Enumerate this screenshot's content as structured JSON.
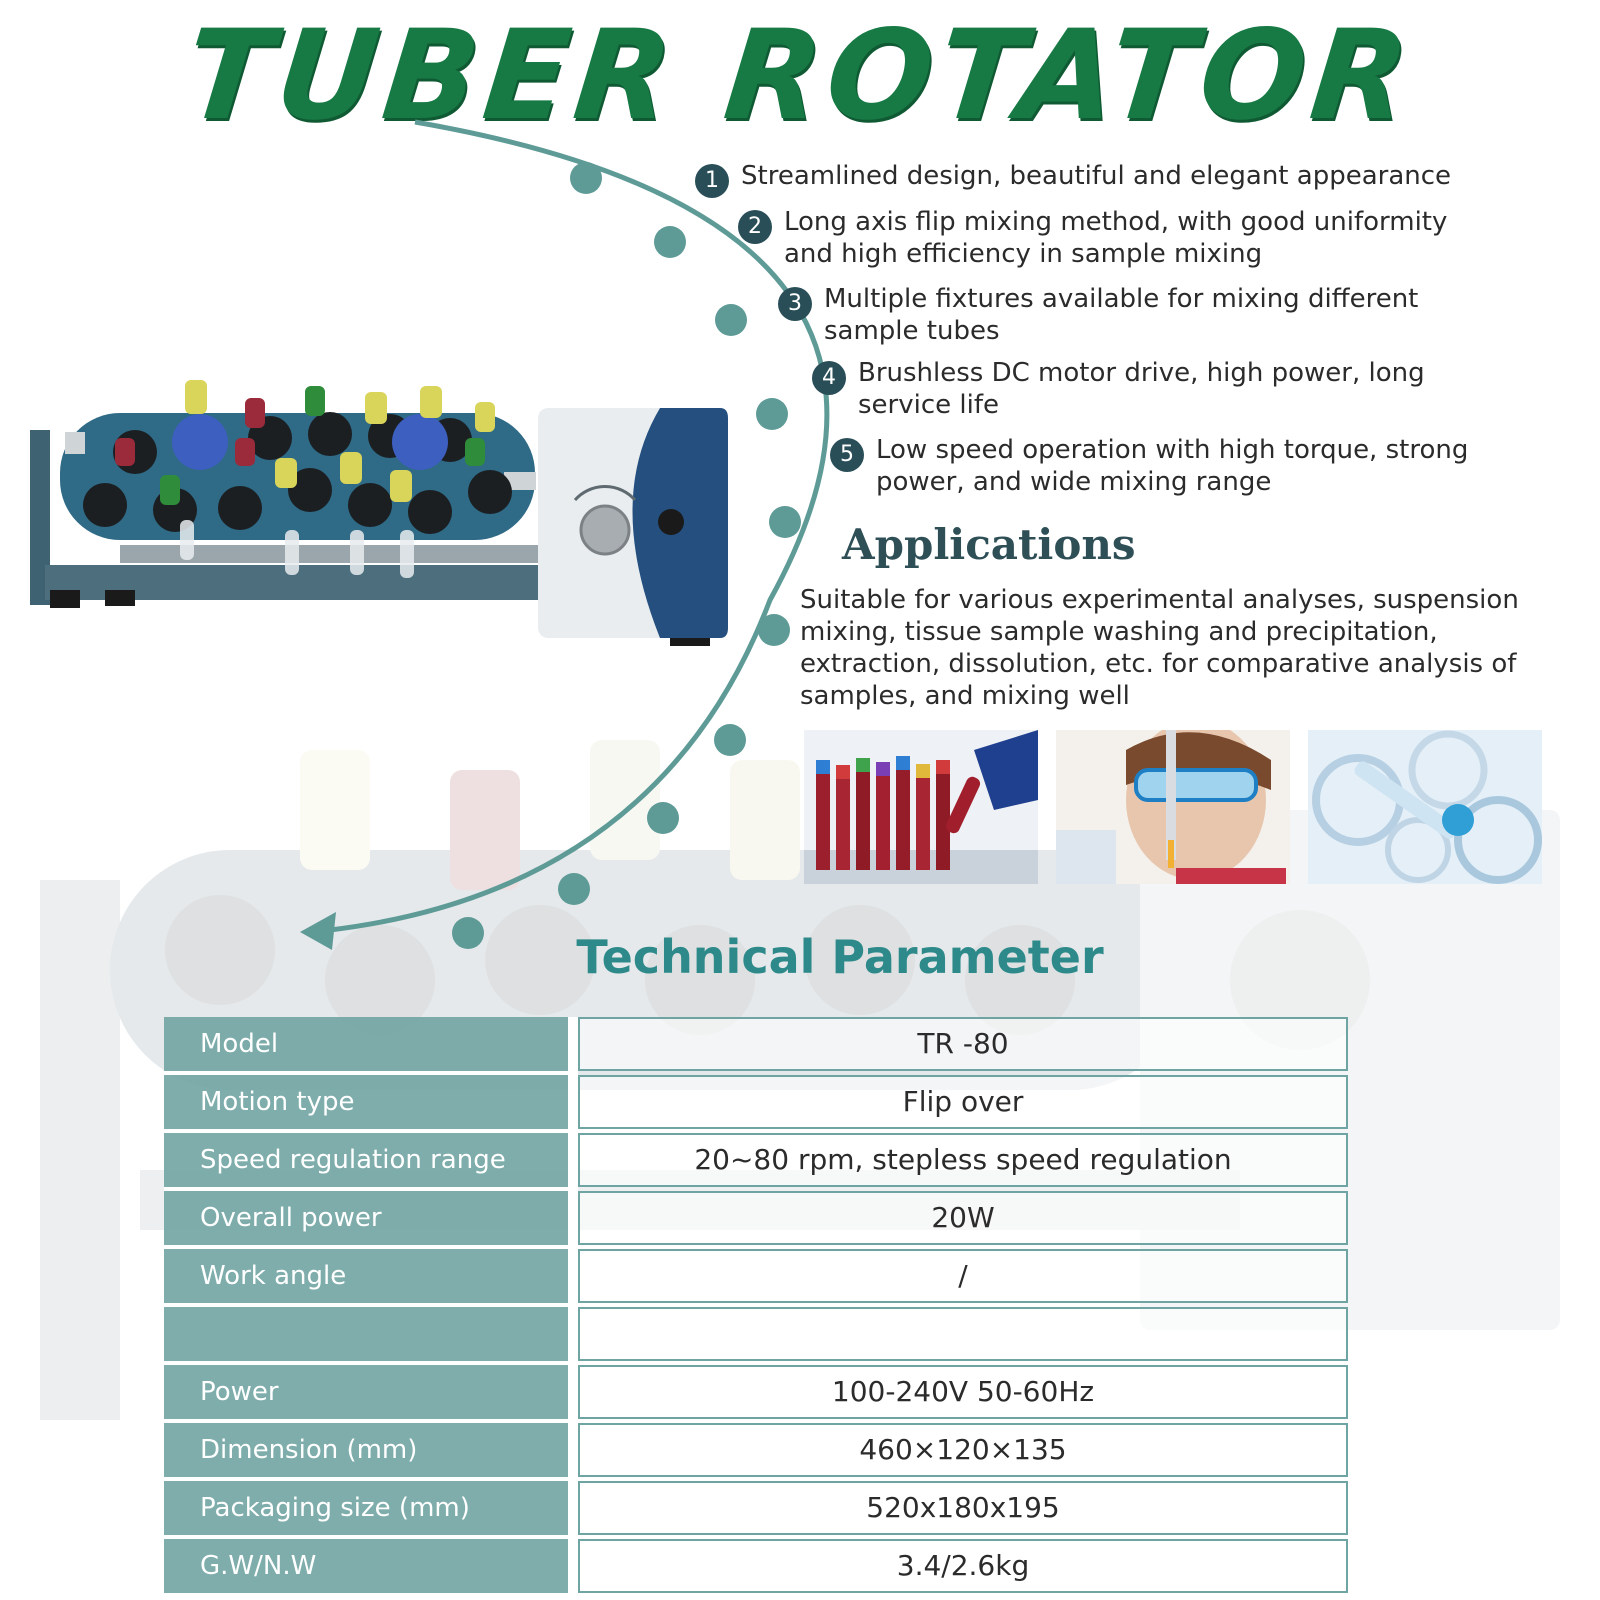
{
  "title": "TUBER ROTATOR",
  "features": [
    {
      "num": "1",
      "text": "Streamlined design, beautiful and elegant appearance"
    },
    {
      "num": "2",
      "text": "Long axis flip mixing method, with good uniformity and high efficiency in sample mixing"
    },
    {
      "num": "3",
      "text": "Multiple fixtures available for mixing different sample tubes"
    },
    {
      "num": "4",
      "text": "Brushless DC motor drive, high power, long service life"
    },
    {
      "num": "5",
      "text": "Low speed operation with high torque, strong power, and wide mixing range"
    }
  ],
  "applications": {
    "title": "Applications",
    "text": "Suitable for various experimental analyses, suspension mixing, tissue sample washing and precipitation, extraction, dissolution, etc. for comparative analysis of samples, and mixing well"
  },
  "tech_title": "Technical Parameter",
  "params": [
    {
      "label": "Model",
      "value": "TR -80"
    },
    {
      "label": "Motion type",
      "value": "Flip over"
    },
    {
      "label": "Speed regulation range",
      "value": "20~80 rpm, stepless speed regulation"
    },
    {
      "label": "Overall power",
      "value": "20W"
    },
    {
      "label": "Work angle",
      "value": "/"
    },
    {
      "label": "",
      "value": ""
    },
    {
      "label": "Power",
      "value": "100-240V 50-60Hz"
    },
    {
      "label": "Dimension (mm)",
      "value": "460×120×135"
    },
    {
      "label": "Packaging size (mm)",
      "value": "520x180x195"
    },
    {
      "label": "G.W/N.W",
      "value": "3.4/2.6kg"
    }
  ],
  "colors": {
    "title_green": "#177a45",
    "arc_teal": "#5e9b97",
    "number_badge": "#294e58",
    "table_label_bg": "#70a4a3",
    "heading_teal": "#2e8a8a"
  }
}
